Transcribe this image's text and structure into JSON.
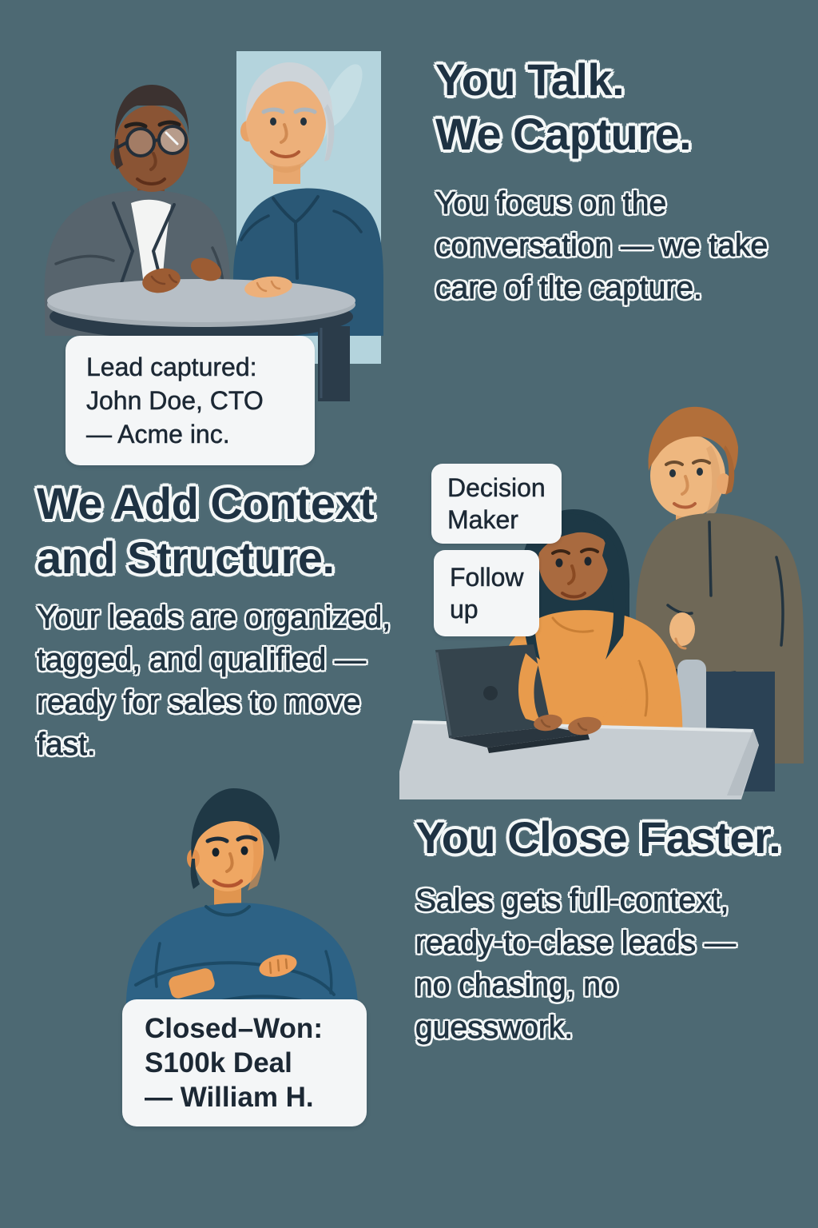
{
  "palette": {
    "background": "#4d6973",
    "heading_text": "#1e3243",
    "body_text": "#213442",
    "card_background": "#f4f6f7",
    "card_text": "#1c2834",
    "halo_outline": "#f3f7f7",
    "illustration": {
      "window_panel_blue": "#b4d4dd",
      "leaf_pale_blue": "#c9e0e6",
      "table_top_gray": "#b7bfc6",
      "table_base_navy": "#2b3c4a",
      "suit_gray": "#57646d",
      "shirt_white": "#f3f4f3",
      "dark_skin_brown": "#8a5434",
      "light_skin_tan": "#edb07a",
      "silver_hair": "#cdd4d9",
      "teal_shirt_blue": "#2a5876",
      "orange_sweater": "#e89b4c",
      "olive_sweater": "#6f6857",
      "blue_sweater": "#2d6285",
      "auburn_hair": "#b26f3a",
      "dark_hair_navy": "#1d3845",
      "laptop_slate": "#35444d",
      "desk_gray": "#c6cdd2",
      "pants_slate": "#2b4255"
    }
  },
  "sections": {
    "talk": {
      "heading_lines": [
        "You Talk.",
        "We Capture."
      ],
      "body_lines": [
        "You focus on the",
        "conversation — we take",
        "care of tlte capture."
      ]
    },
    "context": {
      "heading_lines": [
        "We Add Context",
        "and Structure."
      ],
      "body_lines": [
        "Your leads are organized,",
        "tagged, and qualified —",
        "ready for sales to move",
        "fast."
      ]
    },
    "close": {
      "heading_lines": [
        "You Close Faster."
      ],
      "body_lines": [
        "Sales gets full-context,",
        "ready-to-clase leads —",
        "no chasing, no",
        "guesswork."
      ]
    }
  },
  "cards": {
    "lead": {
      "lines": [
        "Lead captured:",
        "John Doe, CTO",
        "— Acme inc."
      ]
    },
    "closed_won": {
      "lines": [
        "Closed–Won:",
        "S100k Deal",
        "— William H."
      ]
    }
  },
  "tags": {
    "decision_maker_lines": [
      "Decision",
      "Maker"
    ],
    "follow_up_lines": [
      "Follow",
      "up"
    ]
  }
}
